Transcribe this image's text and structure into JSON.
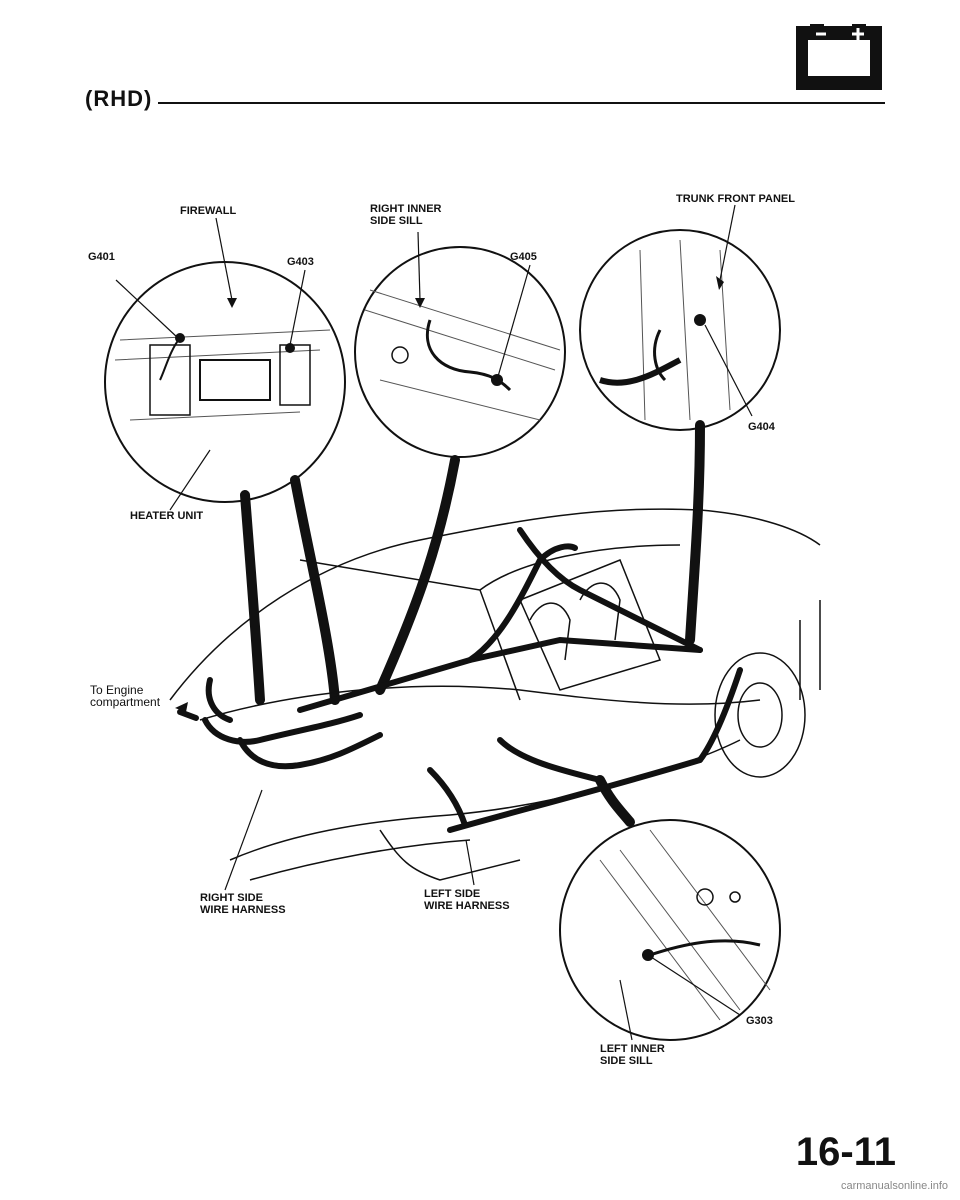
{
  "header": {
    "title": "(RHD)",
    "icon": "battery-icon"
  },
  "labels": {
    "firewall": "FIREWALL",
    "right_inner_side_sill_1": "RIGHT INNER",
    "right_inner_side_sill_2": "SIDE SILL",
    "trunk_front_panel": "TRUNK FRONT PANEL",
    "g401": "G401",
    "g403": "G403",
    "g405": "G405",
    "g404": "G404",
    "heater_unit": "HEATER UNIT",
    "to_engine_1": "To Engine",
    "to_engine_2": "compartment",
    "right_side_wire_1": "RIGHT SIDE",
    "right_side_wire_2": "WIRE HARNESS",
    "left_side_wire_1": "LEFT SIDE",
    "left_side_wire_2": "WIRE HARNESS",
    "g303": "G303",
    "left_inner_side_sill_1": "LEFT INNER",
    "left_inner_side_sill_2": "SIDE SILL"
  },
  "page_number": "16-11",
  "footer": "carmanualsonline.info"
}
